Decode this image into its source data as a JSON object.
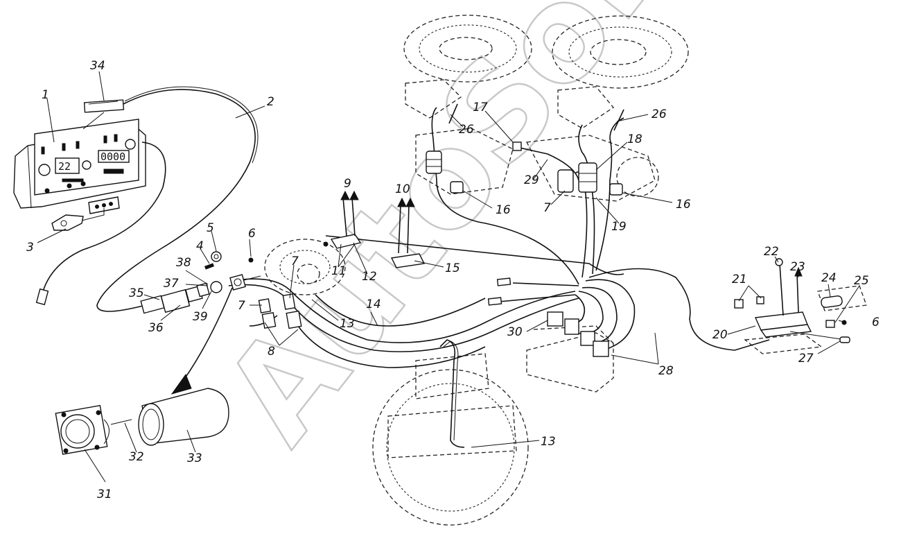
{
  "watermark": "AutoSoft",
  "callouts": [
    "1",
    "2",
    "3",
    "4",
    "5",
    "6",
    "6",
    "7",
    "7",
    "7",
    "8",
    "9",
    "10",
    "11",
    "12",
    "13",
    "13",
    "14",
    "15",
    "16",
    "16",
    "17",
    "18",
    "19",
    "20",
    "21",
    "22",
    "23",
    "24",
    "25",
    "26",
    "26",
    "27",
    "28",
    "29",
    "30",
    "31",
    "32",
    "33",
    "34",
    "35",
    "36",
    "37",
    "38",
    "39"
  ],
  "display_readouts": {
    "left_display": "22",
    "right_display": "0000"
  }
}
